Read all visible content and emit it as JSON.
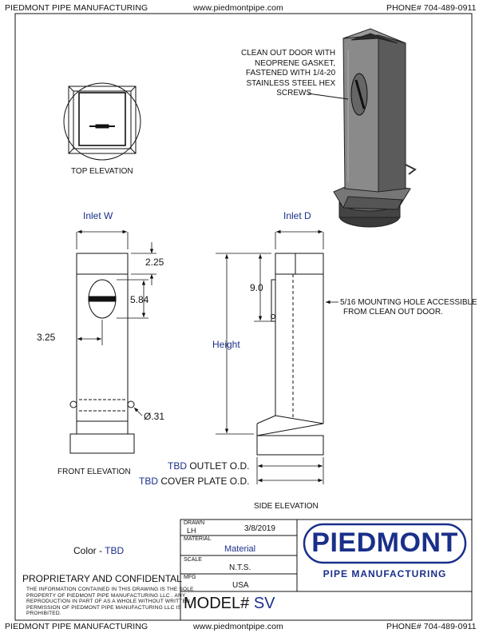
{
  "header": {
    "company": "PIEDMONT PIPE MANUFACTURING",
    "website": "www.piedmontpipe.com",
    "phone": "PHONE# 704-489-0911"
  },
  "footer": {
    "company": "PIEDMONT PIPE MANUFACTURING",
    "website": "www.piedmontpipe.com",
    "phone": "PHONE# 704-489-0911"
  },
  "views": {
    "top_elevation": "TOP ELEVATION",
    "front_elevation": "FRONT ELEVATION",
    "side_elevation": "SIDE ELEVATION"
  },
  "callouts": {
    "clean_out_door": [
      "CLEAN OUT DOOR WITH",
      "NEOPRENE GASKET,",
      "FASTENED WITH 1/4-20",
      "STAINLESS STEEL HEX",
      "SCREWS"
    ],
    "mounting_hole": [
      "5/16 MOUNTING HOLE ACCESSIBLE",
      "FROM CLEAN OUT DOOR."
    ]
  },
  "dimensions": {
    "inlet_w": "Inlet W",
    "inlet_d": "Inlet D",
    "height": "Height",
    "d_225": "2.25",
    "d_584": "5.84",
    "d_325": "3.25",
    "d_031": "Ø.31",
    "d_90": "9.0",
    "outlet_tbd": "TBD",
    "outlet_label": "OUTLET O.D.",
    "cover_tbd": "TBD",
    "cover_label": "COVER PLATE O.D."
  },
  "color_info": {
    "label": "Color - ",
    "value": "TBD"
  },
  "proprietary": {
    "title": "PROPRIETARY AND CONFIDENTAL",
    "lines": [
      "THE INFORMATION CONTAINED IN THIS DRAWING IS THE SOLE",
      "PROPERTY OF PIEDMONT PIPE MANUFACTURING LLC . ANY",
      "REPRODUCTION IN PART OF AS A WHOLE WITHOUT WRITTEN",
      "PERMISSION OF PIEDMONT PIPE MANUFACTURING LLC IS",
      "PROHIBITED."
    ]
  },
  "title_block": {
    "drawn_label": "DRAWN",
    "drawn_by": "LH",
    "date": "3/8/2019",
    "material_label": "MATERIAL",
    "material_value": "Material",
    "scale_label": "SCALE",
    "scale_value": "N.T.S.",
    "mfg_label": "MFG",
    "mfg_value": "USA",
    "model_label": "MODEL#",
    "model_value": "SV",
    "logo_main": "PIEDMONT",
    "logo_sub": "PIPE MANUFACTURING"
  },
  "colors": {
    "accent_blue": "#1a2f8a",
    "line": "#111111"
  }
}
